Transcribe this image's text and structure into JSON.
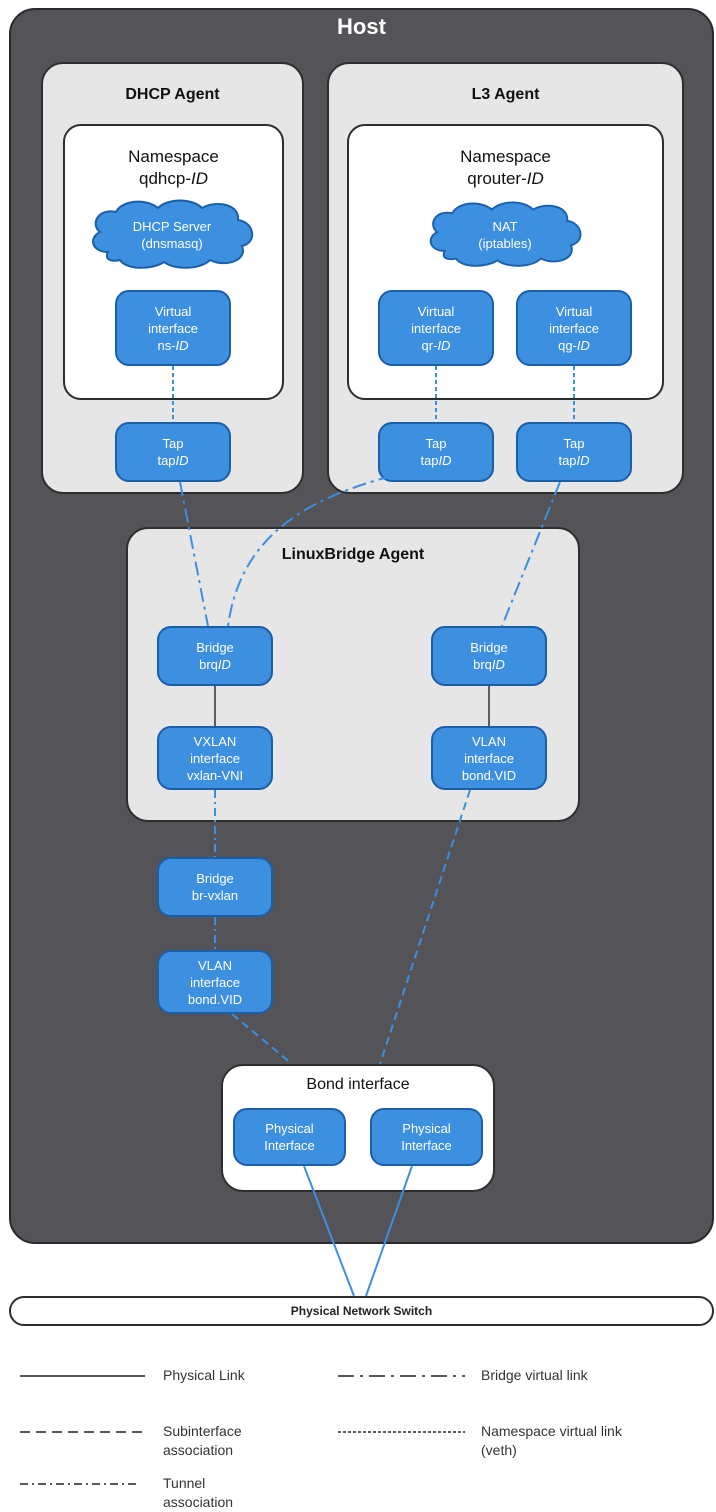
{
  "host": {
    "title": "Host"
  },
  "dhcp_agent": {
    "title": "DHCP Agent",
    "namespace": {
      "line1": "Namespace",
      "line2_prefix": "qdhcp-",
      "line2_suffix": "ID"
    },
    "server": {
      "line1": "DHCP Server",
      "line2": "(dnsmasq)"
    },
    "virtual_interface": {
      "line1": "Virtual",
      "line2": "interface",
      "line3_prefix": "ns-",
      "line3_suffix": "ID"
    },
    "tap": {
      "line1": "Tap",
      "line2_prefix": "tap",
      "line2_suffix": "ID"
    }
  },
  "l3_agent": {
    "title": "L3 Agent",
    "namespace": {
      "line1": "Namespace",
      "line2_prefix": "qrouter-",
      "line2_suffix": "ID"
    },
    "nat": {
      "line1": "NAT",
      "line2": "(iptables)"
    },
    "virtual_interface_qr": {
      "line1": "Virtual",
      "line2": "interface",
      "line3_prefix": "qr-",
      "line3_suffix": "ID"
    },
    "virtual_interface_qg": {
      "line1": "Virtual",
      "line2": "interface",
      "line3_prefix": "qg-",
      "line3_suffix": "ID"
    },
    "tap_qr": {
      "line1": "Tap",
      "line2_prefix": "tap",
      "line2_suffix": "ID"
    },
    "tap_qg": {
      "line1": "Tap",
      "line2_prefix": "tap",
      "line2_suffix": "ID"
    }
  },
  "linuxbridge_agent": {
    "title": "LinuxBridge Agent",
    "bridge_left": {
      "line1": "Bridge",
      "line2_prefix": "brq",
      "line2_suffix": "ID"
    },
    "bridge_right": {
      "line1": "Bridge",
      "line2_prefix": "brq",
      "line2_suffix": "ID"
    },
    "vxlan_interface": {
      "line1": "VXLAN",
      "line2": "interface",
      "line3": "vxlan-VNI"
    },
    "vlan_interface": {
      "line1": "VLAN",
      "line2": "interface",
      "line3": "bond.VID"
    }
  },
  "bridge_vxlan": {
    "line1": "Bridge",
    "line2": "br-vxlan"
  },
  "vlan_interface_lower": {
    "line1": "VLAN",
    "line2": "interface",
    "line3": "bond.VID"
  },
  "bond": {
    "title": "Bond interface",
    "physical_1": {
      "line1": "Physical",
      "line2": "Interface"
    },
    "physical_2": {
      "line1": "Physical",
      "line2": "Interface"
    }
  },
  "switch": {
    "label": "Physical Network Switch"
  },
  "legend": {
    "physical_link": "Physical Link",
    "subinterface_line1": "Subinterface",
    "subinterface_line2": "association",
    "tunnel_line1": "Tunnel",
    "tunnel_line2": "association",
    "bridge_virtual_link": "Bridge virtual link",
    "namespace_line1": "Namespace virtual link",
    "namespace_line2": "(veth)"
  },
  "colors": {
    "host_bg": "#535358",
    "agent_bg": "#e6e6e6",
    "node_fill": "#3d8fe0",
    "node_border": "#1b5fa9",
    "link_blue": "#3d8fe0"
  }
}
